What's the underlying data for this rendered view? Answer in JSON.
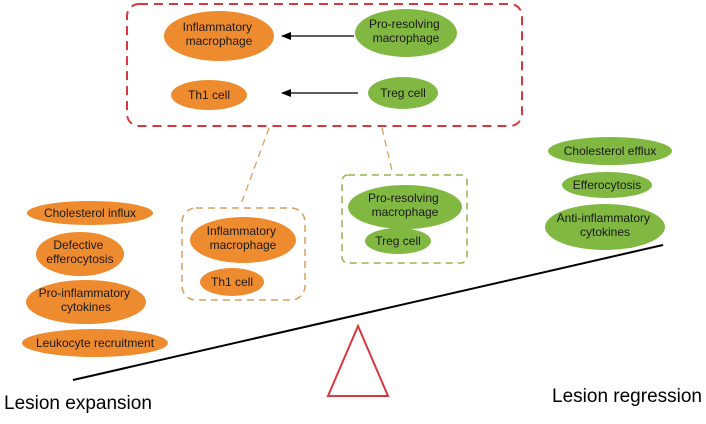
{
  "colors": {
    "orange": "#ee8b2e",
    "green": "#80b842",
    "red_dash": "#d9363e",
    "orange_dash": "#d8a060",
    "green_dash": "#93b454",
    "text": "#1a1a1a"
  },
  "top_box": {
    "inflammatory_macrophage": [
      "Inflammatory",
      "macrophage"
    ],
    "pro_resolving_macrophage": [
      "Pro-resolving",
      "macrophage"
    ],
    "th1_cell": "Th1 cell",
    "treg_cell": "Treg cell"
  },
  "left_stack": {
    "cholesterol_influx": "Cholesterol influx",
    "defective_efferocytosis": [
      "Defective",
      "efferocytosis"
    ],
    "pro_inflammatory_cytokines": [
      "Pro-inflammatory",
      "cytokines"
    ],
    "leukocyte_recruitment": "Leukocyte recruitment"
  },
  "mid_left_box": {
    "inflammatory_macrophage": [
      "Inflammatory",
      "macrophage"
    ],
    "th1_cell": "Th1 cell"
  },
  "mid_right_box": {
    "pro_resolving_macrophage": [
      "Pro-resolving",
      "macrophage"
    ],
    "treg_cell": "Treg cell"
  },
  "right_stack": {
    "cholesterol_efflux": "Cholesterol efflux",
    "efferocytosis": "Efferocytosis",
    "anti_inflammatory_cytokines": [
      "Anti-inflammatory",
      "cytokines"
    ]
  },
  "labels": {
    "lesion_expansion": "Lesion expansion",
    "lesion_regression": "Lesion regression"
  }
}
